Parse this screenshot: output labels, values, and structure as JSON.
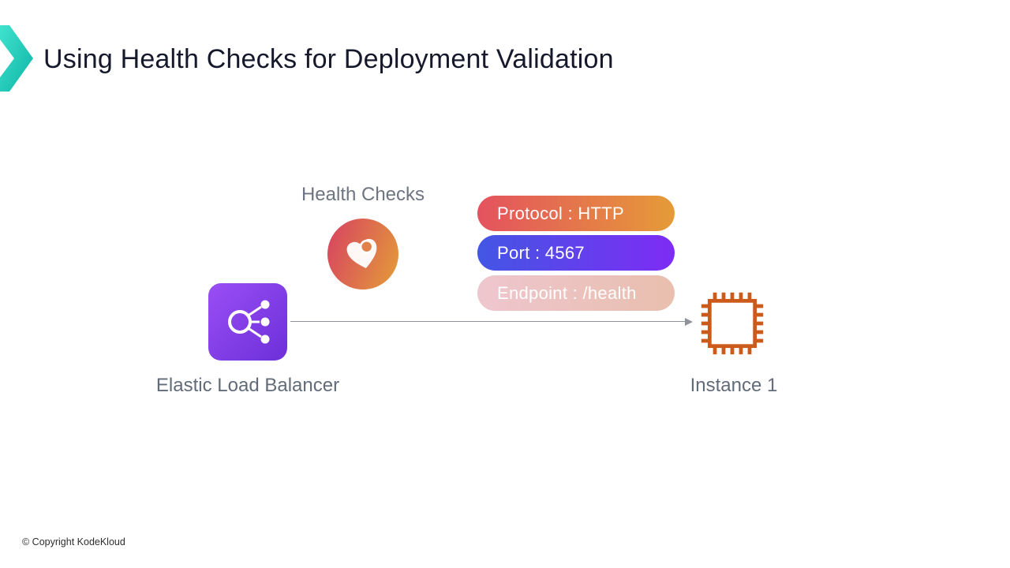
{
  "slide": {
    "title": "Using Health Checks for Deployment Validation",
    "footer": "© Copyright KodeKloud"
  },
  "diagram": {
    "health_checks_label": "Health Checks",
    "elb_label": "Elastic Load Balancer",
    "instance_label": "Instance 1",
    "pills": [
      {
        "label": "Protocol : HTTP"
      },
      {
        "label": "Port : 4567"
      },
      {
        "label": "Endpoint : /health"
      }
    ],
    "colors": {
      "accent_teal": "#14c4b2",
      "elb_purple_start": "#9a4ef5",
      "elb_purple_end": "#6d2fd8",
      "heart_red": "#d84a5e",
      "heart_orange": "#e2943c",
      "instance_orange": "#cc5a1a",
      "pill_protocol_start": "#e4525f",
      "pill_protocol_end": "#e59b38",
      "pill_port_start": "#4356e4",
      "pill_port_end": "#7e2cf4",
      "pill_endpoint_start": "#eec6ce",
      "pill_endpoint_end": "#e9bfae",
      "label_gray": "#626b78",
      "arrow_gray": "#8f9399"
    }
  }
}
